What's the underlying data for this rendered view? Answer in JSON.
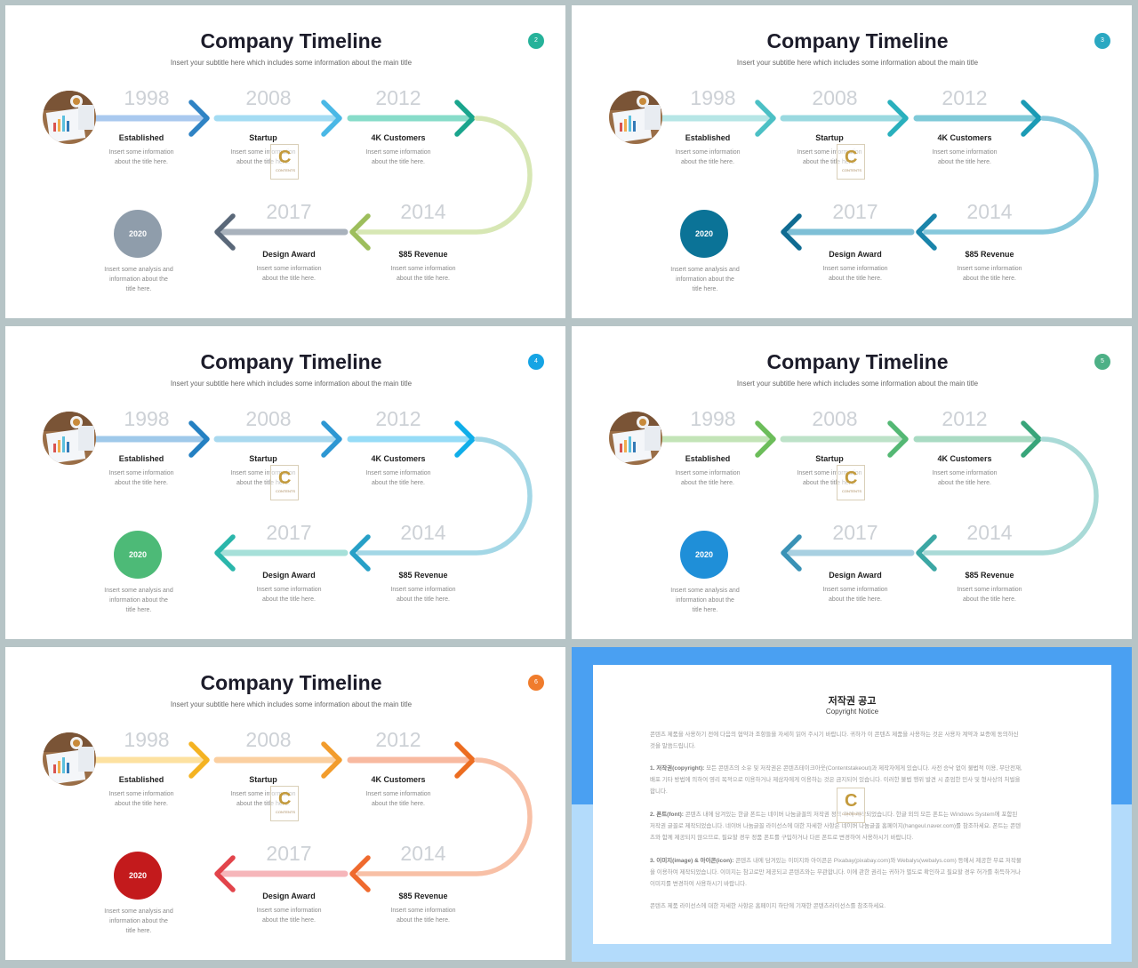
{
  "slide_title": "Company Timeline",
  "slide_subtitle": "Insert your subtitle here which includes some information about the main title",
  "milestones": [
    {
      "year": "1998",
      "label": "Established",
      "desc1": "Insert some information",
      "desc2": "about the title here."
    },
    {
      "year": "2008",
      "label": "Startup",
      "desc1": "Insert some information",
      "desc2": "about the title here."
    },
    {
      "year": "2012",
      "label": "4K Customers",
      "desc1": "Insert some information",
      "desc2": "about the title here."
    },
    {
      "year": "2014",
      "label": "$85 Revenue",
      "desc1": "Insert some information",
      "desc2": "about the title here."
    },
    {
      "year": "2017",
      "label": "Design Award",
      "desc1": "Insert some information",
      "desc2": "about the title here."
    }
  ],
  "badge_year": "2020",
  "badge_note": [
    "Insert some analysis and",
    "information about the",
    "title here."
  ],
  "watermark": {
    "letter": "C",
    "text": "CONTENTS"
  },
  "slides": [
    {
      "page": "2",
      "page_color": "#26b29a",
      "badge_color": "#8f9dab",
      "colors": [
        "#a9c9ef",
        "#2f83c4",
        "#a4dcf3",
        "#4ab8e6",
        "#87dcc9",
        "#1aa58d",
        "#d7e7b4",
        "#9dbe5c",
        "#a9b2bc",
        "#5a6879"
      ]
    },
    {
      "page": "3",
      "page_color": "#2aa8c2",
      "badge_color": "#0b7397",
      "colors": [
        "#b6e6e6",
        "#4cc0c5",
        "#9ad9e0",
        "#29b0bd",
        "#7fcad8",
        "#1b9bb5",
        "#86c8dc",
        "#1a84aa",
        "#7ebfd6",
        "#0f6b92"
      ]
    },
    {
      "page": "4",
      "page_color": "#15a4e4",
      "badge_color": "#4dba77",
      "colors": [
        "#9fc9ea",
        "#2480c2",
        "#a9d9ef",
        "#2d97d3",
        "#96dcf7",
        "#10aee9",
        "#a3d7e6",
        "#27a0c7",
        "#a6e0d9",
        "#2bb6ab"
      ]
    },
    {
      "page": "5",
      "page_color": "#4db086",
      "badge_color": "#1f8fd8",
      "colors": [
        "#c3e4b7",
        "#6cbd5a",
        "#bde2c8",
        "#54b874",
        "#a9dbc3",
        "#38a57a",
        "#a9dad7",
        "#3ca7a4",
        "#a8d0e1",
        "#3a92b6"
      ]
    },
    {
      "page": "6",
      "page_color": "#f07c2c",
      "badge_color": "#c31a1c",
      "colors": [
        "#fde1a0",
        "#f4b322",
        "#fbcfa0",
        "#f29c2c",
        "#f8b9a0",
        "#ec6d21",
        "#f8c0a6",
        "#ef6a2e",
        "#f6b6ba",
        "#e2444b"
      ]
    }
  ],
  "notice": {
    "title": "저작권 공고",
    "subtitle": "Copyright Notice",
    "intro": [
      "콘텐츠 제품을 사용하기 전에 다음의 협약과 조항들을 자세히 읽어 주시기 바랍니다. 귀하가 이 콘텐츠 제품을 사용하는 것은 사용자 계약과 보증에 동의하신",
      "것을 말씀드립니다."
    ],
    "p1_label": "1. 저작권(copyright):",
    "p1": [
      "모든 콘텐츠의 소유 및 저작권은 콘텐츠테이크아웃(Contentstakeout)과 제작자에게 있습니다. 사전 승낙 없이 불법적 이용, 무단전재,",
      "배포 기타 방법에 의하여 영리 목적으로 이용하거나 제삼자에게 이용하는 것은 금지되어 있습니다. 이러한 불법 행위 발견 시 준엄한 민사 및 형사상의 처벌을",
      "합니다."
    ],
    "p2_label": "2. 폰트(font):",
    "p2": [
      "콘텐츠 내에 담겨있는 한글 폰트는 네이버 나눔글꼴의 저작권 정책 하에 제작되었습니다. 한글 외의 모든 폰트는 Windows System에 포함된",
      "저작권 글꼴로 제작되었습니다. 네이버 나눔글꼴 라이선스에 대한 자세한 사항은 네이버 나눔글꼴 홈페이지(hangeul.naver.com)를 참조하세요. 폰트는 콘텐",
      "츠와 함께 제공되지 않으므로, 필요할 경우 정품 폰트를 구입하거나 다른 폰트로 변경하여 사용하시기 바랍니다."
    ],
    "p3_label": "3. 이미지(image) & 아이콘(icon):",
    "p3": [
      "콘텐츠 내에 담겨있는 이미지와 아이콘은 Pixabay(pixabay.com)와 Webalys(webalys.com) 등에서 제공한 무료 저작물",
      "을 이용하여 제작되었습니다. 이미지는 참고로만 제공되고 콘텐츠와는 무관합니다. 이에 관한 권리는 귀하가 별도로 확인하고 필요할 경우 허가를 취득하거나",
      "이미지를 변경하여 사용하시기 바랍니다."
    ],
    "outro": "콘텐츠 제품 라이선스에 대한 자세한 사항은 홈페이지 하단에 기재한 콘텐츠라이선스를 참조하세요."
  }
}
